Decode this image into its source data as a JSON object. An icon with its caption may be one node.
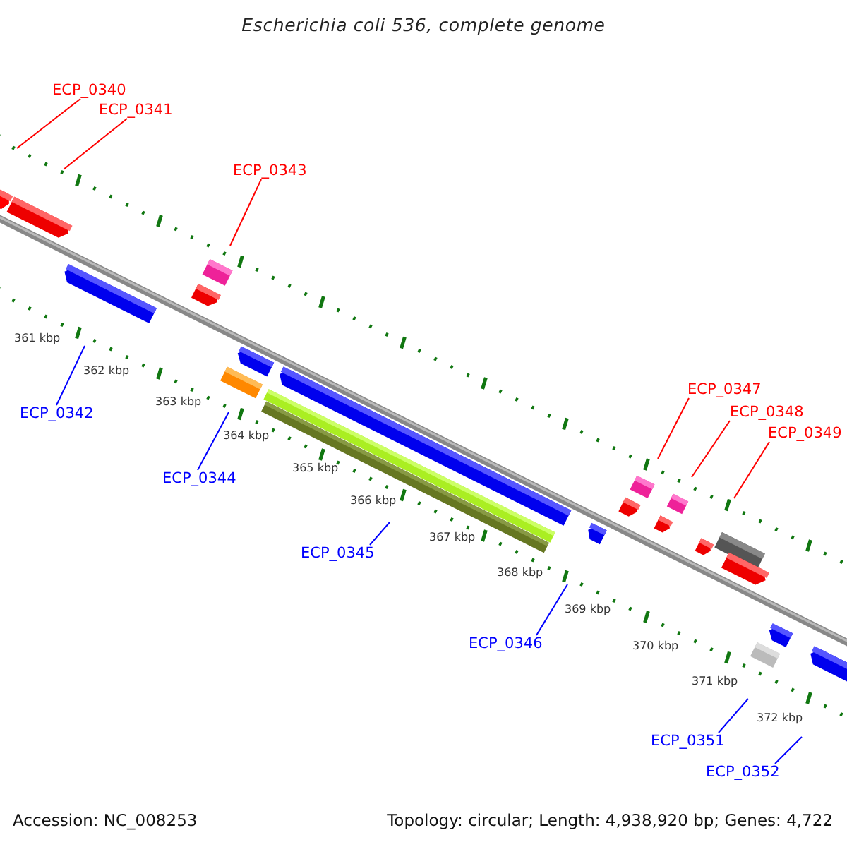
{
  "diagram": {
    "title": "Escherichia coli 536, complete genome",
    "nodes": [
      {
        "text": [
          "ECP_0340"
        ]
      },
      {
        "text": [
          "ECP_0341"
        ]
      },
      {
        "text": [
          "ECP_0343"
        ]
      },
      {
        "text": [
          "ECP_0342"
        ]
      },
      {
        "text": [
          "ECP_0344"
        ]
      },
      {
        "text": [
          "ECP_0345"
        ]
      },
      {
        "text": [
          "ECP_0347"
        ]
      },
      {
        "text": [
          "ECP_0348"
        ]
      },
      {
        "text": [
          "ECP_0349"
        ]
      },
      {
        "text": [
          "ECP_0346"
        ]
      },
      {
        "text": [
          "ECP_0351"
        ]
      },
      {
        "text": [
          "ECP_0352"
        ]
      }
    ],
    "edges": [
      {
        "from": 0,
        "to": null,
        "arrow": "none",
        "color": "#ff0000"
      },
      {
        "from": 1,
        "to": null,
        "arrow": "none",
        "color": "#ff0000"
      },
      {
        "from": 2,
        "to": null,
        "arrow": "none",
        "color": "#ff0000"
      },
      {
        "from": 3,
        "to": null,
        "arrow": "none",
        "color": "#0000ff"
      },
      {
        "from": 4,
        "to": null,
        "arrow": "none",
        "color": "#0000ff"
      },
      {
        "from": 5,
        "to": null,
        "arrow": "none",
        "color": "#0000ff"
      },
      {
        "from": 6,
        "to": null,
        "arrow": "none",
        "color": "#ff0000"
      },
      {
        "from": 7,
        "to": null,
        "arrow": "none",
        "color": "#ff0000"
      },
      {
        "from": 8,
        "to": null,
        "arrow": "none",
        "color": "#ff0000"
      },
      {
        "from": 9,
        "to": null,
        "arrow": "none",
        "color": "#0000ff"
      },
      {
        "from": 10,
        "to": null,
        "arrow": "none",
        "color": "#0000ff"
      },
      {
        "from": 11,
        "to": null,
        "arrow": "none",
        "color": "#0000ff"
      }
    ],
    "labels": [
      "361 kbp",
      "362 kbp",
      "363 kbp",
      "364 kbp",
      "365 kbp",
      "366 kbp",
      "367 kbp",
      "368 kbp",
      "369 kbp",
      "370 kbp",
      "371 kbp",
      "372 kbp",
      "Accession: NC_008253",
      "Topology: circular; Length: 4,938,920 bp; Genes: 4,722"
    ]
  }
}
